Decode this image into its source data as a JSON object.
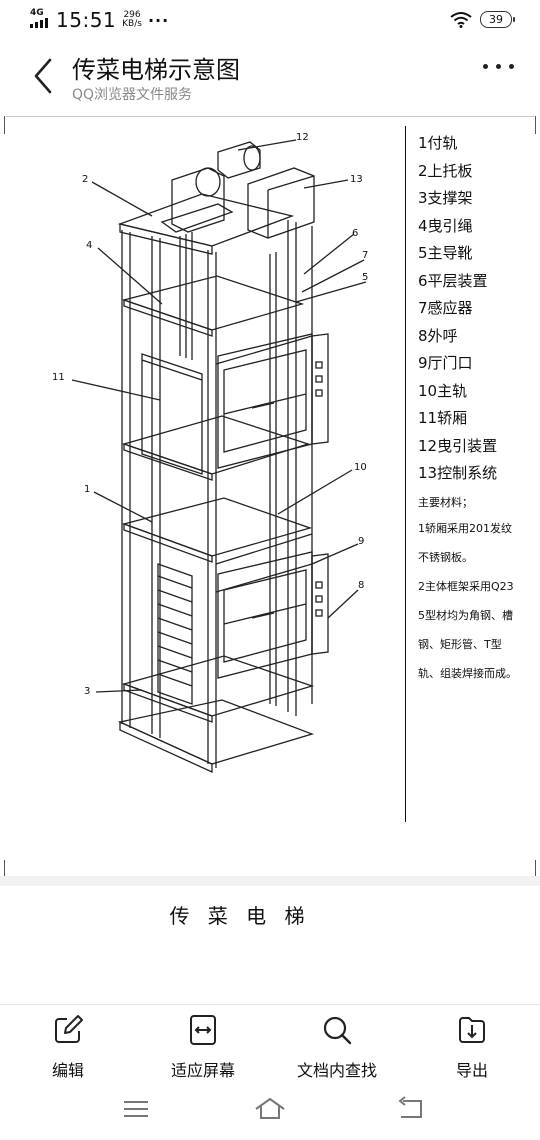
{
  "status_bar": {
    "network": "4G",
    "time": "15:51",
    "speed_value": "296",
    "speed_unit": "KB/s",
    "menu_dots": "···",
    "battery": "39",
    "icons": [
      "signal-icon",
      "wifi-icon",
      "battery-icon"
    ]
  },
  "header": {
    "title": "传菜电梯示意图",
    "subtitle": "QQ浏览器文件服务",
    "icons": [
      "back-arrow-icon",
      "more-icon"
    ]
  },
  "document": {
    "parts": [
      "1付轨",
      "2上托板",
      "3支撑架",
      "4曳引绳",
      "5主导靴",
      "6平层装置",
      "7感应器",
      "8外呼",
      "9厅门口",
      "10主轨",
      "11轿厢",
      "12曳引装置",
      "13控制系统"
    ],
    "notes_title": "主要材料；",
    "notes": [
      "1轿厢采用201发纹",
      "不锈钢板。",
      "2主体框架采用Q23",
      "5型材均为角钢、槽",
      "钢、矩形管、T型",
      "轨、组装焊接而成。"
    ],
    "diagram_callouts": [
      "12",
      "13",
      "2",
      "6",
      "7",
      "4",
      "5",
      "11",
      "1",
      "10",
      "9",
      "8",
      "3"
    ],
    "caption": "传 菜 电 梯"
  },
  "toolbar": {
    "items": [
      {
        "label": "编辑",
        "icon": "edit-icon"
      },
      {
        "label": "适应屏幕",
        "icon": "fit-screen-icon"
      },
      {
        "label": "文档内查找",
        "icon": "search-icon"
      },
      {
        "label": "导出",
        "icon": "export-icon"
      }
    ]
  },
  "nav_bar": {
    "icons": [
      "menu-icon",
      "home-icon",
      "back-icon"
    ]
  }
}
